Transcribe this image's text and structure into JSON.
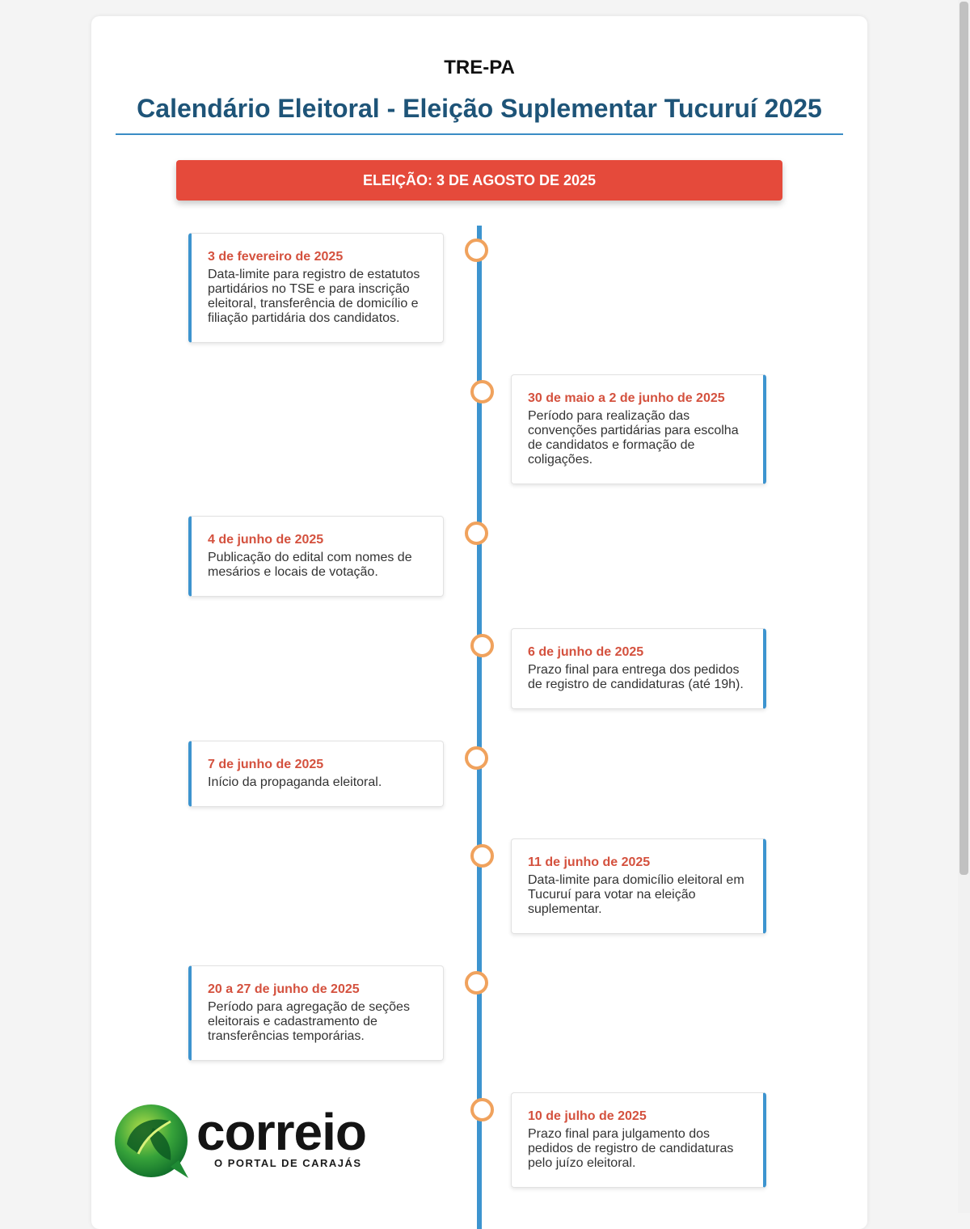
{
  "header": {
    "org": "TRE-PA",
    "title": "Calendário Eleitoral - Eleição Suplementar Tucuruí 2025"
  },
  "banner": {
    "text": "ELEIÇÃO: 3 DE AGOSTO DE 2025"
  },
  "colors": {
    "title": "#1e5478",
    "accent_blue": "#3d94cf",
    "banner_red": "#e54a3b",
    "date_red": "#d4513e",
    "dot_orange": "#f0a25d"
  },
  "events": [
    {
      "date": "3 de fevereiro de 2025",
      "desc": "Data-limite para registro de estatutos partidários no TSE e para inscrição eleitoral, transferência de domicílio e filiação partidária dos candidatos.",
      "side": "left"
    },
    {
      "date": "30 de maio a 2 de junho de 2025",
      "desc": "Período para realização das convenções partidárias para escolha de candidatos e formação de coligações.",
      "side": "right"
    },
    {
      "date": "4 de junho de 2025",
      "desc": "Publicação do edital com nomes de mesários e locais de votação.",
      "side": "left"
    },
    {
      "date": "6 de junho de 2025",
      "desc": "Prazo final para entrega dos pedidos de registro de candidaturas (até 19h).",
      "side": "right"
    },
    {
      "date": "7 de junho de 2025",
      "desc": "Início da propaganda eleitoral.",
      "side": "left"
    },
    {
      "date": "11 de junho de 2025",
      "desc": "Data-limite para domicílio eleitoral em Tucuruí para votar na eleição suplementar.",
      "side": "right"
    },
    {
      "date": "20 a 27 de junho de 2025",
      "desc": "Período para agregação de seções eleitorais e cadastramento de transferências temporárias.",
      "side": "left"
    },
    {
      "date": "10 de julho de 2025",
      "desc": "Prazo final para julgamento dos pedidos de registro de candidaturas pelo juízo eleitoral.",
      "side": "right"
    }
  ],
  "logo": {
    "wordmark": "correio",
    "tagline": "O PORTAL DE CARAJÁS",
    "icon": "leaf-speech-bubble-icon"
  }
}
